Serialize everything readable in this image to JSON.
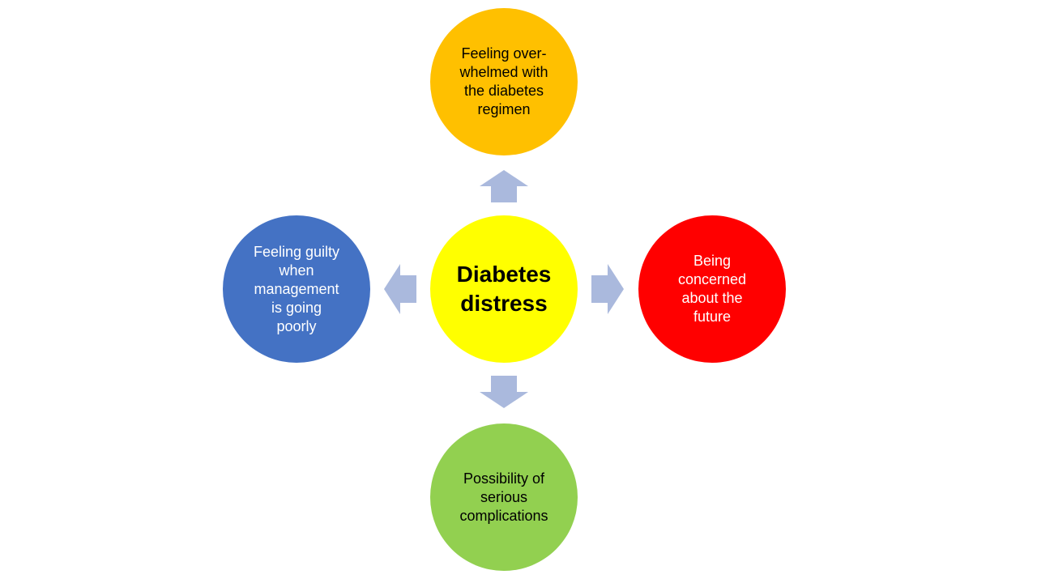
{
  "diagram": {
    "center": {
      "label": "Diabetes\ndistress",
      "color": "#FFFF00",
      "text_color": "#000000"
    },
    "nodes": [
      {
        "id": "top",
        "label": "Feeling over-\nwhelmed with\nthe diabetes\nregimen",
        "color": "#FFC000",
        "text_color": "#000000"
      },
      {
        "id": "right",
        "label": "Being\nconcerned\nabout the\nfuture",
        "color": "#FF0000",
        "text_color": "#FFFFFF"
      },
      {
        "id": "bottom",
        "label": "Possibility of\nserious\ncomplications",
        "color": "#92D050",
        "text_color": "#000000"
      },
      {
        "id": "left",
        "label": "Feeling guilty\nwhen\nmanagement\nis going\npoorly",
        "color": "#4472C4",
        "text_color": "#FFFFFF"
      }
    ],
    "arrow_color": "#AAB9DD"
  }
}
